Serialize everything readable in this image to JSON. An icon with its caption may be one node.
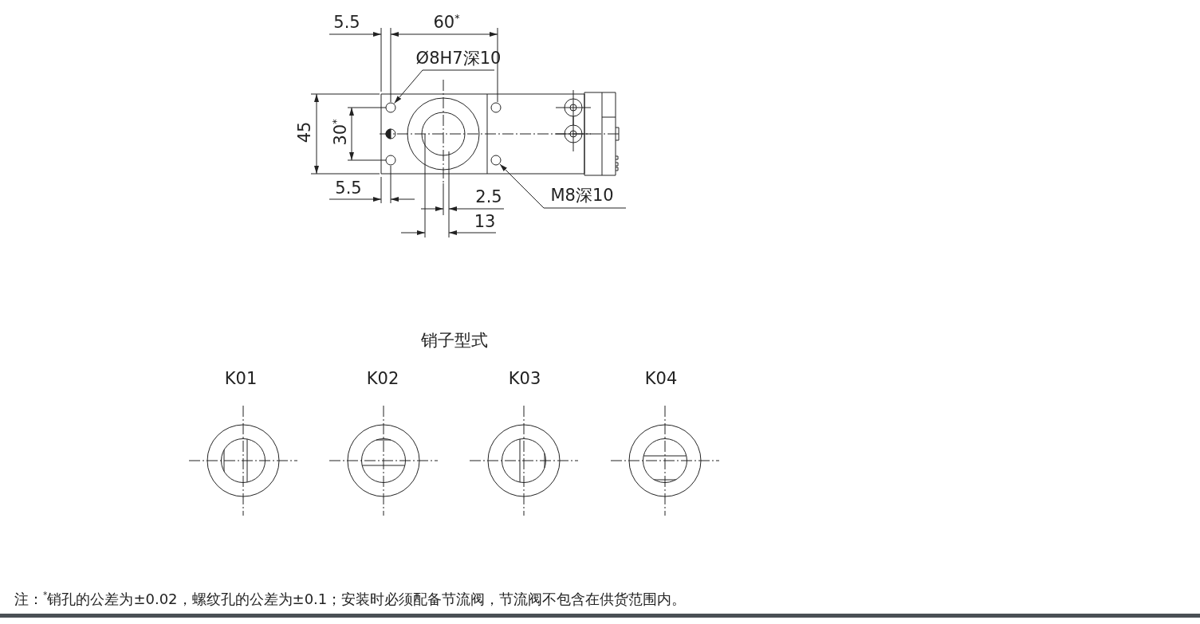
{
  "diagram": {
    "nodes": [
      {
        "text": [
          "Ø8H7深10"
        ]
      },
      {
        "text": [],
        "shape": "circle"
      },
      {
        "text": [
          "M8深10"
        ]
      },
      {
        "text": [],
        "shape": "circle"
      }
    ],
    "edges": [
      {
        "from": 0,
        "to": 1,
        "arrow": "to"
      },
      {
        "from": 2,
        "to": 3,
        "arrow": "to"
      }
    ],
    "labels": [
      "5.5",
      "60$^{*}$",
      "45",
      "30$^{*}$",
      "5.5",
      "2.5",
      "13",
      "销子型式",
      "K01",
      "K02",
      "K03",
      "K04",
      "注：$^{*}$销孔的公差为±0.02，螺纹孔的公差为±0.1；安装时必须配备节流阀，节流阀不包含在供货范围内。"
    ]
  }
}
